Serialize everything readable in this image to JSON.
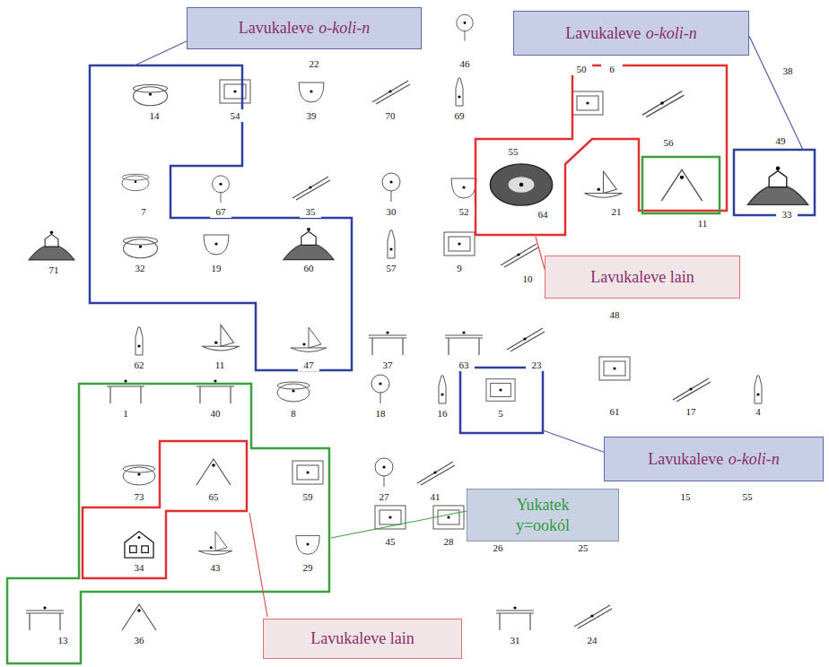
{
  "diagram": {
    "nodes": [
      {
        "text": [
          "Lavukaleve",
          "o-koli-n"
        ]
      },
      {
        "text": [
          "Lavukaleve",
          "o-koli-n"
        ]
      },
      {
        "text": [
          "Lavukaleve lain"
        ]
      },
      {
        "text": [
          "Lavukaleve",
          "o-koli-n"
        ]
      },
      {
        "text": [
          "Yukatek",
          "y=ookól"
        ]
      },
      {
        "text": [
          "Lavukaleve lain"
        ]
      }
    ],
    "labels": [
      "22",
      "46",
      "50",
      "6",
      "38",
      "14",
      "54",
      "39",
      "70",
      "69",
      "55",
      "56",
      "49",
      "7",
      "67",
      "35",
      "30",
      "52",
      "64",
      "21",
      "11",
      "33",
      "71",
      "32",
      "19",
      "60",
      "57",
      "9",
      "10",
      "48",
      "62",
      "11",
      "47",
      "37",
      "63",
      "23",
      "1",
      "40",
      "8",
      "18",
      "16",
      "5",
      "61",
      "17",
      "4",
      "73",
      "65",
      "59",
      "27",
      "41",
      "15",
      "55",
      "45",
      "28",
      "26",
      "25",
      "34",
      "43",
      "29",
      "13",
      "36",
      "31",
      "24"
    ]
  }
}
